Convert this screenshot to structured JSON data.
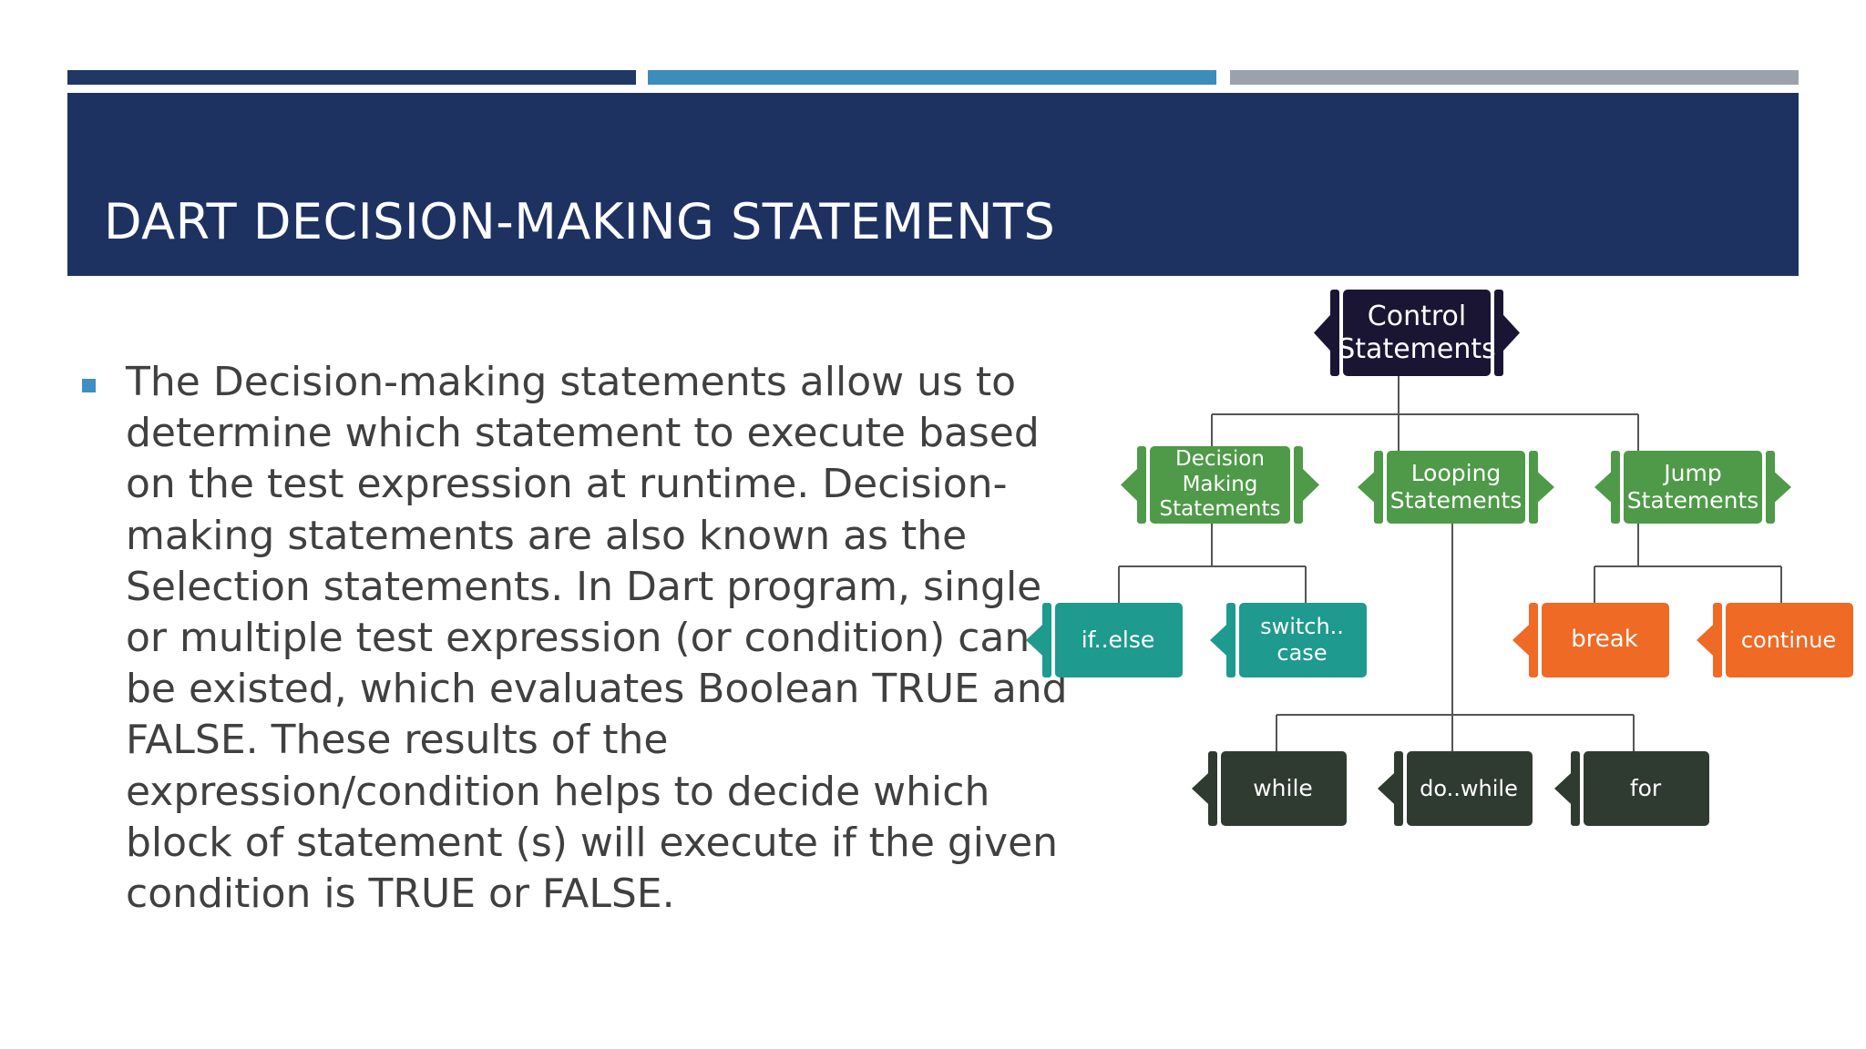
{
  "slide": {
    "title": "DART DECISION-MAKING STATEMENTS",
    "body": "The Decision-making statements allow us to determine which statement to execute based on the test expression at runtime. Decision-making statements are also known as the Selection statements. In Dart program, single or multiple test expression (or condition) can be existed, which evaluates Boolean TRUE and FALSE. These results of the expression/condition helps to decide which block of statement (s) will execute if the given condition is TRUE or FALSE.",
    "bullet_icon": "square-bullet-icon"
  },
  "colors": {
    "title_band": "#1e3261",
    "accent_bars": [
      "#1f3864",
      "#3c8dbc",
      "#9aa3ad"
    ],
    "root": "#1b1534",
    "category": "#4e9a48",
    "decision_leaf": "#1e9a8e",
    "jump_leaf": "#ee6a25",
    "loop_leaf": "#2f3b31",
    "connector": "#555555"
  },
  "diagram": {
    "root": {
      "label": "Control\nStatements"
    },
    "categories": [
      {
        "label": "Decision\nMaking\nStatements"
      },
      {
        "label": "Looping\nStatements"
      },
      {
        "label": "Jump\nStatements"
      }
    ],
    "decision_leaves": [
      {
        "label": "if..else"
      },
      {
        "label": "switch..\ncase"
      }
    ],
    "jump_leaves": [
      {
        "label": "break"
      },
      {
        "label": "continue"
      }
    ],
    "loop_leaves": [
      {
        "label": "while"
      },
      {
        "label": "do..while"
      },
      {
        "label": "for"
      }
    ]
  }
}
